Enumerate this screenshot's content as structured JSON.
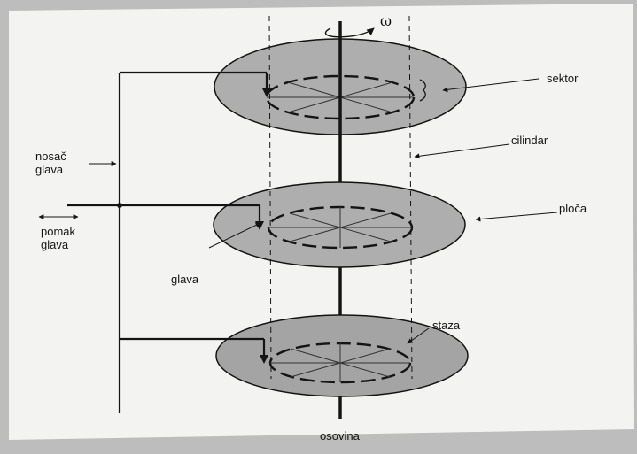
{
  "diagram": {
    "labels": {
      "omega": "ω",
      "sektor": "sektor",
      "cilindar": "cilindar",
      "ploca": "ploča",
      "staza": "staza",
      "nosac_line1": "nosač",
      "nosac_line2": "glava",
      "pomak_line1": "pomak",
      "pomak_line2": "glava",
      "glava": "glava",
      "osovina": "osovina"
    },
    "colors": {
      "paper": "#f3f3f1",
      "background": "#bdbdbd",
      "platter_fill": "#aeaeae",
      "ink": "#141414"
    },
    "platter_count": 3,
    "sectors_per_track": 8
  }
}
